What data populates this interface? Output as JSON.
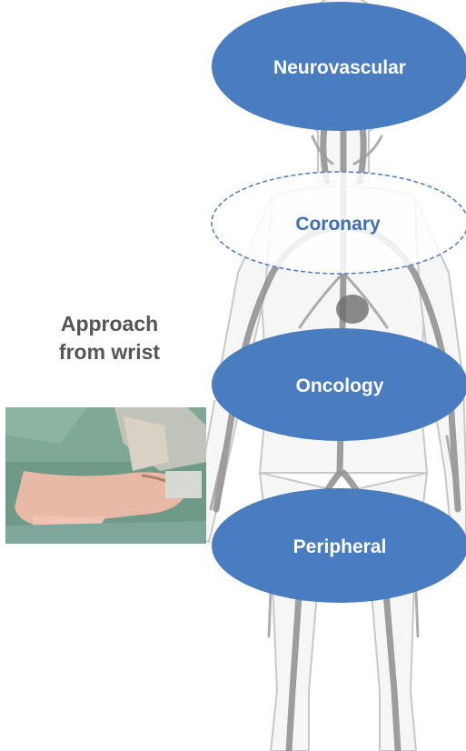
{
  "photo_caption": {
    "line1": "Approach",
    "line2": "from wrist"
  },
  "regions": [
    {
      "label": "Neurovascular",
      "style": "filled"
    },
    {
      "label": "Coronary",
      "style": "dashed"
    },
    {
      "label": "Oncology",
      "style": "filled"
    },
    {
      "label": "Peripheral",
      "style": "filled"
    }
  ],
  "colors": {
    "ellipse_fill": "#4a7cc0",
    "ellipse_label_filled": "#ffffff",
    "ellipse_label_dashed": "#3d6fb5",
    "caption_text": "#555555",
    "vessel": "#8e8e8e",
    "skin_outline": "#c8c8c8"
  },
  "icons": {
    "figure": "human-body-vasculature-icon",
    "photo": "wrist-puncture-photo"
  }
}
